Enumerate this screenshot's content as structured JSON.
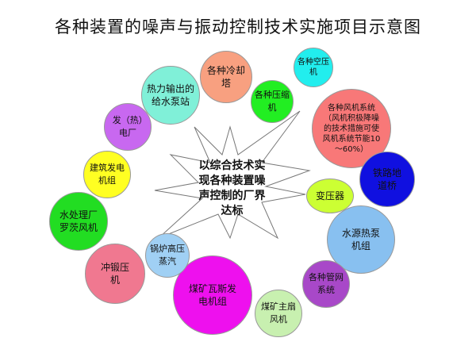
{
  "title": "各种装置的噪声与振动控制技术实施项目示意图",
  "center": {
    "text": "以综合技术实现各种装置噪声控制的厂界达标"
  },
  "items": [
    {
      "label": "热力输出的给水泵站",
      "color": "#80f0d8"
    },
    {
      "label": "各种冷却塔",
      "color": "#f8a080"
    },
    {
      "label": "各种压缩机",
      "color": "#22ee22"
    },
    {
      "label": "各种空压机",
      "color": "#22eeee"
    },
    {
      "label": "各种风机系统（风机积极降噪的技术措施可使风机系统节能10～60%）",
      "color": "#f87878"
    },
    {
      "label": "铁路地道桥",
      "color": "#1010e0"
    },
    {
      "label": "变压器",
      "color": "#ccff33"
    },
    {
      "label": "水源热泵机组",
      "color": "#88c0f0"
    },
    {
      "label": "各种管网系统",
      "color": "#a848c8"
    },
    {
      "label": "煤矿主扇风机",
      "color": "#c8f0b0"
    },
    {
      "label": "煤矿瓦斯发电机组",
      "color": "#ee10ee"
    },
    {
      "label": "锅炉高压蒸汽",
      "color": "#a0d0f4"
    },
    {
      "label": "冲锻压机",
      "color": "#f07890"
    },
    {
      "label": "水处理厂罗茨风机",
      "color": "#22dd22"
    },
    {
      "label": "建筑发电机组",
      "color": "#ffff22"
    },
    {
      "label": "发（热）电厂",
      "color": "#c868f0"
    }
  ]
}
